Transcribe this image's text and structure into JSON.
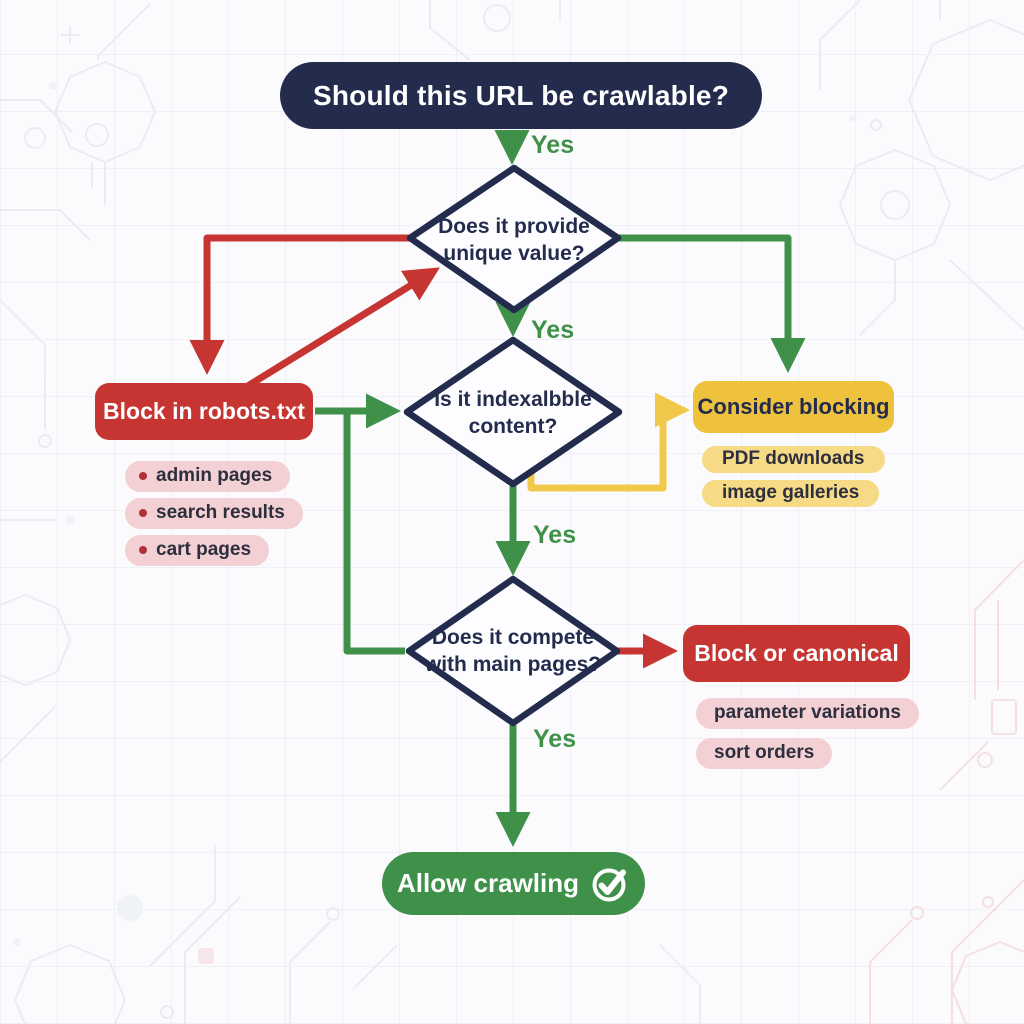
{
  "colors": {
    "navy": "#232c4d",
    "green": "#3f9149",
    "red": "#c63532",
    "yellow": "#eec23d",
    "yellow_light": "#f6da85",
    "yellow_line": "#f0c84a",
    "pink": "#f2d0d3",
    "ink": "#2e2f3e",
    "bullet": "#b03038",
    "bg": "#fbfbfd"
  },
  "labels": {
    "yes": "Yes"
  },
  "nodes": {
    "start": {
      "label": "Should this URL be crawlable?"
    },
    "decision1": {
      "text": "Does it provide unique value?"
    },
    "decision2": {
      "text": "Is it indexalbble content?"
    },
    "decision3": {
      "text": "Does it compete with main pages?"
    },
    "block_robots": {
      "title": "Block in robots.txt",
      "items": [
        "admin pages",
        "search results",
        "cart pages"
      ]
    },
    "consider_blocking": {
      "title": "Consider blocking",
      "items": [
        "PDF downloads",
        "image galleries"
      ]
    },
    "block_canonical": {
      "title": "Block or canonical",
      "items": [
        "parameter variations",
        "sort orders"
      ]
    },
    "allow": {
      "label": "Allow crawling"
    }
  }
}
